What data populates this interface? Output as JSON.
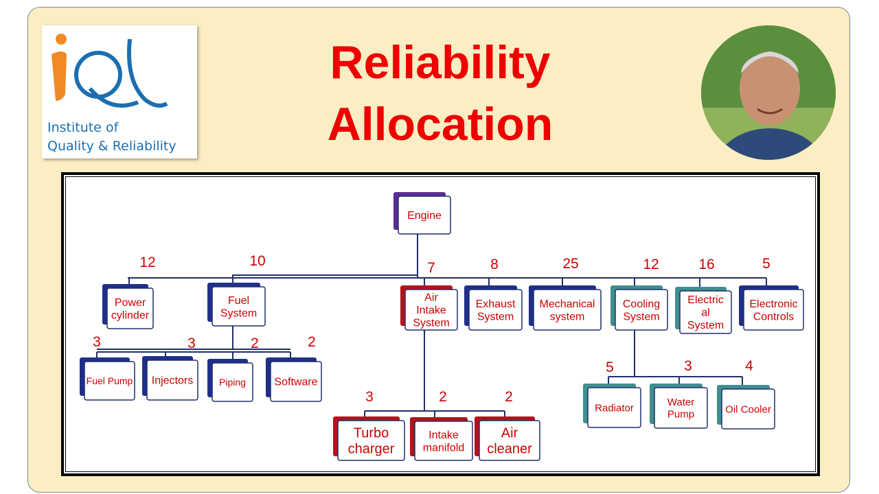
{
  "header": {
    "title_line1": "Reliability",
    "title_line2": "Allocation",
    "logo_line1": "Institute of",
    "logo_line2": "Quality & Reliability"
  },
  "colors": {
    "title": "#ee0000",
    "label_text": "#cc0000",
    "purple_tab": "#5b2c91",
    "navy_tab": "#1f2f8a",
    "teal_tab": "#3f8f8f",
    "red_tab": "#b5121b"
  },
  "diagram": {
    "root": "Engine",
    "level1": [
      {
        "label": [
          "Power",
          "cylinder"
        ],
        "weight": "12"
      },
      {
        "label": [
          "Fuel",
          "System"
        ],
        "weight": "10"
      },
      {
        "label": [
          "Air",
          "Intake",
          "System"
        ],
        "weight": "7"
      },
      {
        "label": [
          "Exhaust",
          "System"
        ],
        "weight": "8"
      },
      {
        "label": [
          "Mechanical",
          "system"
        ],
        "weight": "25"
      },
      {
        "label": [
          "Cooling",
          "System"
        ],
        "weight": "12"
      },
      {
        "label": [
          "Electric",
          "al",
          "System"
        ],
        "weight": "16"
      },
      {
        "label": [
          "Electronic",
          "Controls"
        ],
        "weight": "5"
      }
    ],
    "fuel_children": [
      {
        "label": [
          "Fuel Pump"
        ],
        "weight": "3"
      },
      {
        "label": [
          "Injectors"
        ],
        "weight": "3"
      },
      {
        "label": [
          "Piping"
        ],
        "weight": "2"
      },
      {
        "label": [
          "Software"
        ],
        "weight": "2"
      }
    ],
    "air_children": [
      {
        "label": [
          "Turbo",
          "charger"
        ],
        "weight": "3"
      },
      {
        "label": [
          "Intake",
          "manifold"
        ],
        "weight": "2"
      },
      {
        "label": [
          "Air",
          "cleaner"
        ],
        "weight": "2"
      }
    ],
    "cooling_children": [
      {
        "label": [
          "Radiator"
        ],
        "weight": "5"
      },
      {
        "label": [
          "Water",
          "Pump"
        ],
        "weight": "3"
      },
      {
        "label": [
          "Oil Cooler"
        ],
        "weight": "4"
      }
    ]
  }
}
